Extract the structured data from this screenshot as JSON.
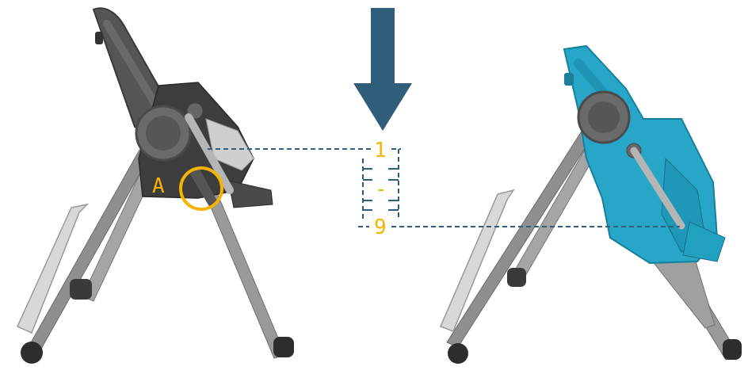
{
  "labels": {
    "part": "A",
    "step_top": "1",
    "step_sep": "-",
    "step_bottom": "9"
  },
  "colors": {
    "arrow": "#2f5d7a",
    "accent": "#f5b400",
    "guide_line": "#2f5d7a",
    "chair_dark": "#4a4a4a",
    "chair_frame": "#8c8c8c",
    "seat_teal": "#27a6c7"
  },
  "icons": {
    "down_arrow": "down-arrow-icon",
    "highlight": "circle-highlight-icon"
  }
}
